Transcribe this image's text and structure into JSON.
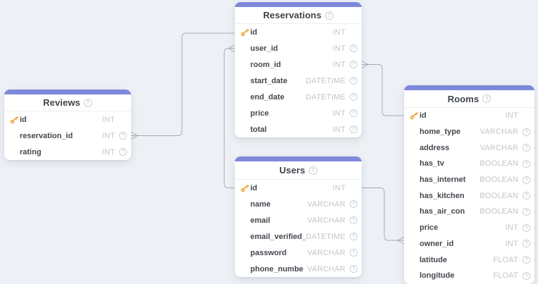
{
  "colors": {
    "background": "#edf1f5",
    "surface": "#ffffff",
    "accent": "#7e88da",
    "key": "#f0a232",
    "line": "#a7acb3",
    "title_text": "#3e434a",
    "column_text": "#43484e",
    "type_text": "#c2c5c9",
    "divider": "#eceef0",
    "note": "#ccd0d5"
  },
  "icons": {
    "table_help": "?",
    "column_note": "?",
    "primary_key": "key-icon"
  },
  "tables": [
    {
      "name": "Reservations",
      "columns": [
        {
          "name": "id",
          "type": "INT",
          "primary": true
        },
        {
          "name": "user_id",
          "type": "INT"
        },
        {
          "name": "room_id",
          "type": "INT"
        },
        {
          "name": "start_date",
          "type": "DATETIME"
        },
        {
          "name": "end_date",
          "type": "DATETIME"
        },
        {
          "name": "price",
          "type": "INT"
        },
        {
          "name": "total",
          "type": "INT"
        }
      ]
    },
    {
      "name": "Reviews",
      "columns": [
        {
          "name": "id",
          "type": "INT",
          "primary": true
        },
        {
          "name": "reservation_id",
          "type": "INT"
        },
        {
          "name": "rating",
          "type": "INT"
        }
      ]
    },
    {
      "name": "Users",
      "columns": [
        {
          "name": "id",
          "type": "INT",
          "primary": true
        },
        {
          "name": "name",
          "type": "VARCHAR"
        },
        {
          "name": "email",
          "type": "VARCHAR"
        },
        {
          "name": "email_verified_",
          "type": "DATETIME"
        },
        {
          "name": "password",
          "type": "VARCHAR"
        },
        {
          "name": "phone_numbe",
          "type": "VARCHAR"
        }
      ]
    },
    {
      "name": "Rooms",
      "columns": [
        {
          "name": "id",
          "type": "INT",
          "primary": true
        },
        {
          "name": "home_type",
          "type": "VARCHAR"
        },
        {
          "name": "address",
          "type": "VARCHAR"
        },
        {
          "name": "has_tv",
          "type": "BOOLEAN"
        },
        {
          "name": "has_internet",
          "type": "BOOLEAN"
        },
        {
          "name": "has_kitchen",
          "type": "BOOLEAN"
        },
        {
          "name": "has_air_con",
          "type": "BOOLEAN"
        },
        {
          "name": "price",
          "type": "INT"
        },
        {
          "name": "owner_id",
          "type": "INT"
        },
        {
          "name": "latitude",
          "type": "FLOAT"
        },
        {
          "name": "longitude",
          "type": "FLOAT"
        }
      ]
    }
  ],
  "relationships": [
    {
      "one": "Reservations.id",
      "many": "Reviews.reservation_id"
    },
    {
      "one": "Users.id",
      "many": "Reservations.user_id"
    },
    {
      "one": "Rooms.id",
      "many": "Reservations.room_id"
    },
    {
      "one": "Users.id",
      "many": "Rooms.owner_id"
    }
  ]
}
